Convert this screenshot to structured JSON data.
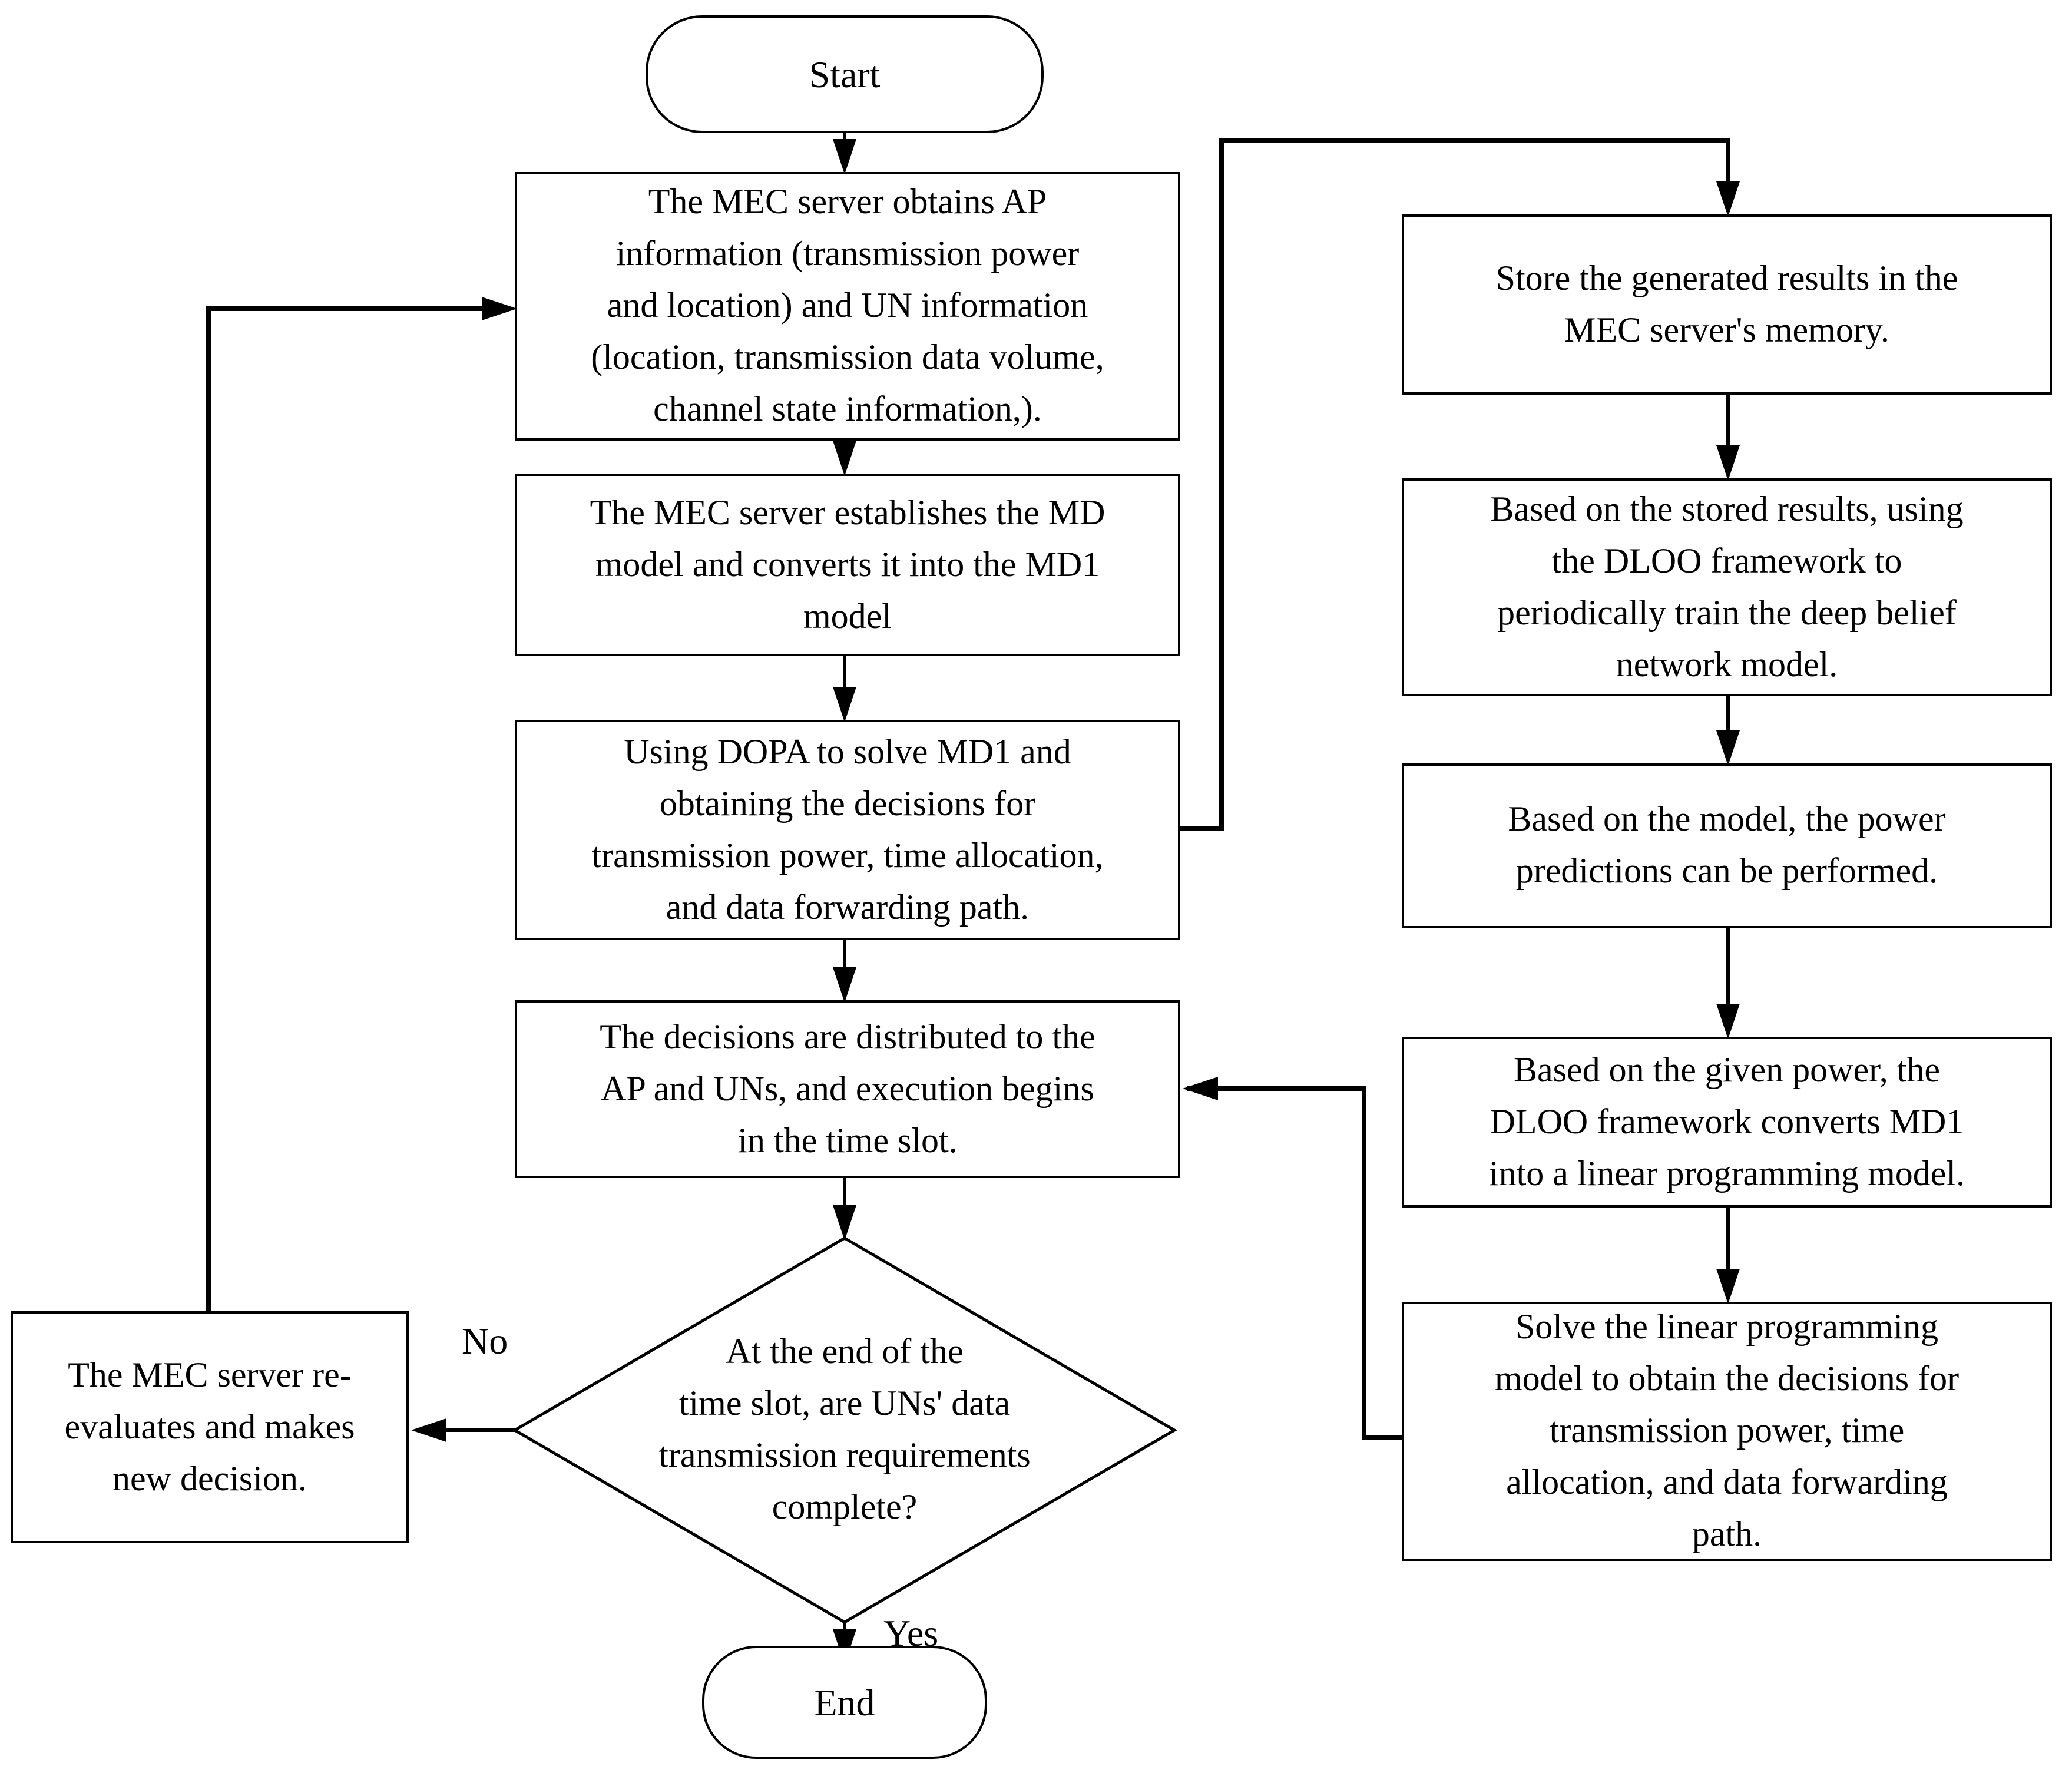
{
  "figure": {
    "background": "#ffffff",
    "line_color": "#000000",
    "text_color": "#000000"
  },
  "nodes": {
    "start": {
      "type": "terminator",
      "label": "Start"
    },
    "obtain_info": {
      "type": "process",
      "lines": [
        "The MEC server obtains AP",
        "information (transmission power",
        "and location) and UN information",
        "(location, transmission data volume,",
        "channel state information,)."
      ]
    },
    "establish_model": {
      "type": "process",
      "lines": [
        "The MEC server establishes the MD",
        "model and converts it into the MD1",
        "model"
      ]
    },
    "solve_dopa": {
      "type": "process",
      "lines": [
        "Using DOPA to solve MD1 and",
        "obtaining the decisions for",
        "transmission power, time allocation,",
        "and data forwarding path."
      ]
    },
    "distribute_decisions": {
      "type": "process",
      "lines": [
        "The decisions are distributed to the",
        "AP and UNs, and execution begins",
        "in the time slot."
      ]
    },
    "transmission_complete": {
      "type": "decision",
      "lines": [
        "At the end of the",
        "time slot, are UNs' data",
        "transmission requirements",
        "complete?"
      ]
    },
    "reevaluate": {
      "type": "process",
      "lines": [
        "The MEC server re-",
        "evaluates and makes",
        "new decision."
      ]
    },
    "end": {
      "type": "terminator",
      "label": "End"
    },
    "store_results": {
      "type": "process",
      "lines": [
        "Store the generated results in the",
        "MEC server's memory."
      ]
    },
    "train_dbn": {
      "type": "process",
      "lines": [
        "Based on the stored results, using",
        "the DLOO framework to",
        "periodically train the deep belief",
        "network model."
      ]
    },
    "predict_power": {
      "type": "process",
      "lines": [
        "Based on the model, the power",
        "predictions can be performed."
      ]
    },
    "convert_lp": {
      "type": "process",
      "lines": [
        "Based on the given power, the",
        "DLOO framework converts MD1",
        "into a linear programming model."
      ]
    },
    "solve_lp": {
      "type": "process",
      "lines": [
        "Solve the linear programming",
        "model to obtain the decisions for",
        "transmission power, time",
        "allocation, and data forwarding",
        "path."
      ]
    }
  },
  "edges": {
    "no_label": "No",
    "yes_label": "Yes"
  }
}
